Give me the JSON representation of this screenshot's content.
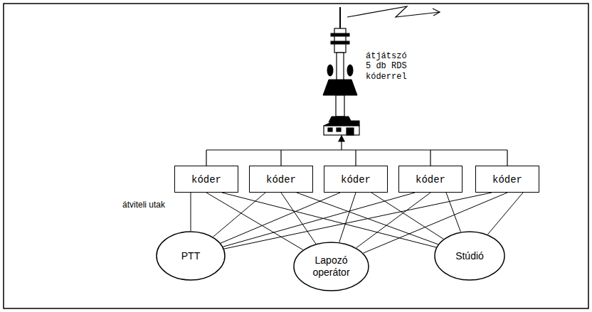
{
  "diagram": {
    "nodes": [
      {
        "text": [
          "kóder"
        ]
      },
      {
        "text": [
          "kóder"
        ]
      },
      {
        "text": [
          "kóder"
        ]
      },
      {
        "text": [
          "kóder"
        ]
      },
      {
        "text": [
          "kóder"
        ]
      },
      {
        "text": [
          "PTT"
        ]
      },
      {
        "text": [
          "Lapozó operátor"
        ]
      },
      {
        "text": [
          "Stúdió"
        ]
      }
    ],
    "edges": [
      {
        "from": 5,
        "to": 0,
        "arrow": "none"
      },
      {
        "from": 5,
        "to": 1,
        "arrow": "none"
      },
      {
        "from": 5,
        "to": 2,
        "arrow": "none"
      },
      {
        "from": 5,
        "to": 3,
        "arrow": "none"
      },
      {
        "from": 5,
        "to": 4,
        "arrow": "none"
      },
      {
        "from": 6,
        "to": 0,
        "arrow": "none"
      },
      {
        "from": 6,
        "to": 1,
        "arrow": "none"
      },
      {
        "from": 6,
        "to": 2,
        "arrow": "none"
      },
      {
        "from": 6,
        "to": 3,
        "arrow": "none"
      },
      {
        "from": 6,
        "to": 4,
        "arrow": "none"
      },
      {
        "from": 7,
        "to": 0,
        "arrow": "none"
      },
      {
        "from": 7,
        "to": 1,
        "arrow": "none"
      },
      {
        "from": 7,
        "to": 2,
        "arrow": "none"
      },
      {
        "from": 7,
        "to": 3,
        "arrow": "none"
      },
      {
        "from": 7,
        "to": 4,
        "arrow": "none"
      }
    ],
    "labels": [
      "átjátszó 5 db RDS kóderrel",
      "átviteli utak"
    ]
  }
}
